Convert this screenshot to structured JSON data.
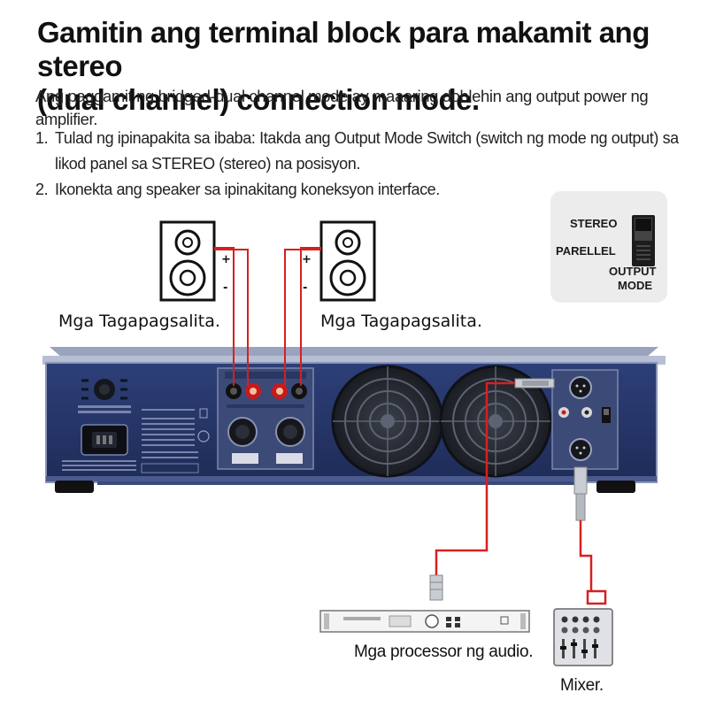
{
  "heading": {
    "title_line1": "Gamitin ang terminal block para makamit ang stereo",
    "title_line2": "(dual channel) connection mode.",
    "subtitle": "Ang paggamit ng bridged-dual channel mode ay maaaring doblehin ang output power ng amplifier."
  },
  "steps": [
    {
      "num": "1.",
      "text": "Tulad ng ipinapakita sa ibaba: Itakda ang Output Mode Switch (switch ng mode ng output) sa likod panel sa STEREO (stereo) na posisyon."
    },
    {
      "num": "2.",
      "text": "Ikonekta ang speaker sa ipinakitang koneksyon interface."
    }
  ],
  "speakers": {
    "left_label": "Mga Tagapagsalita.",
    "right_label": "Mga Tagapagsalita.",
    "plus": "+",
    "minus": "-"
  },
  "switch_panel": {
    "stereo": "STEREO",
    "parallel": "PARELLEL",
    "output": "OUTPUT",
    "mode": "MODE"
  },
  "devices": {
    "processor_label": "Mga processor ng audio.",
    "mixer_label": "Mixer."
  },
  "colors": {
    "wire": "#d62020",
    "amplifier_panel": "#27386c",
    "amplifier_edge": "#8a95b4",
    "terminal_red": "#c81a1a"
  },
  "icons": [
    "speaker-icon",
    "fan-icon",
    "power-socket-icon",
    "xlr-connector-icon",
    "rca-connector-icon",
    "toggle-switch-icon",
    "audio-processor-icon",
    "mixer-icon",
    "xlr-plug-icon"
  ]
}
